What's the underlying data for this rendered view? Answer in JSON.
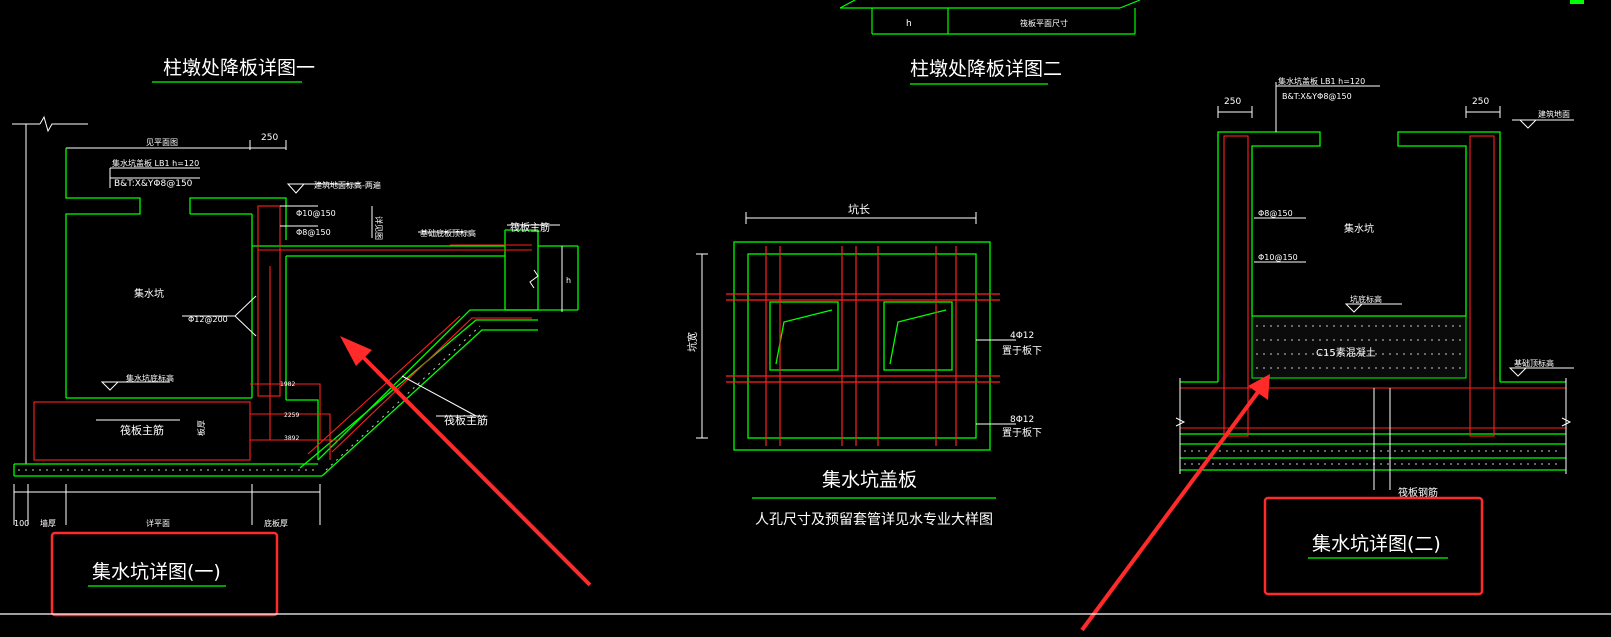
{
  "colors": {
    "background": "#000000",
    "wall": "#00ff00",
    "rebar": "#ff2020",
    "dimension": "#ffffff",
    "annotation": "#ff2a2a",
    "concrete": "#c8c8c8"
  },
  "detail_titles": {
    "column_slab_1": "柱墩处降板详图一",
    "column_slab_2": "柱墩处降板详图二",
    "pit_detail_1": "集水坑详图(一)",
    "pit_detail_2": "集水坑详图(二)",
    "pit_cover": "集水坑盖板",
    "cover_note": "人孔尺寸及预留套管详见水专业大样图"
  },
  "top_fragment": {
    "h": "h",
    "label": "筏板平面尺寸"
  },
  "detail1": {
    "dim_250": "250",
    "top_label": "见平面图",
    "cover_slab": "集水坑盖板 LB1 h=120",
    "cover_rebar": "B&T:X&YΦ8@150",
    "finish_note": "建筑地面标高-两遍",
    "rebar_a": "Φ10@150",
    "rebar_b": "Φ8@150",
    "pit_label": "集水坑",
    "rebar_c": "Φ12@200",
    "floor_note": "集水坑底标高",
    "raft_rebar_left": "筏板主筋",
    "raft_rebar_top": "筏板主筋",
    "raft_rebar_slope": "筏板主筋",
    "slab_top_note": "基础底板顶标高",
    "thickness_note": "板厚",
    "side_note": "详见图",
    "h_small": "h",
    "dims_small": [
      "1982",
      "2259",
      "3892"
    ],
    "bottom_dims": [
      "100",
      "墙厚",
      "详平面",
      "底板厚"
    ]
  },
  "cover": {
    "length_label": "坑长",
    "width_label": "坑宽",
    "rebar_x": "4Φ12",
    "note_x": "置于板下",
    "rebar_y": "8Φ12",
    "note_y": "置于板下"
  },
  "detail2": {
    "dim_left": "250",
    "dim_right": "250",
    "cover_slab": "集水坑盖板 LB1 h=120",
    "cover_rebar": "B&T:X&YΦ8@150",
    "finish_note": "建筑地面",
    "rebar_a": "Φ8@150",
    "rebar_b": "Φ10@150",
    "pit_label": "集水坑",
    "floor_note": "坑底标高",
    "fill": "C15素混凝土",
    "base_note": "基础顶标高",
    "raft_rebar": "筏板钢筋"
  }
}
